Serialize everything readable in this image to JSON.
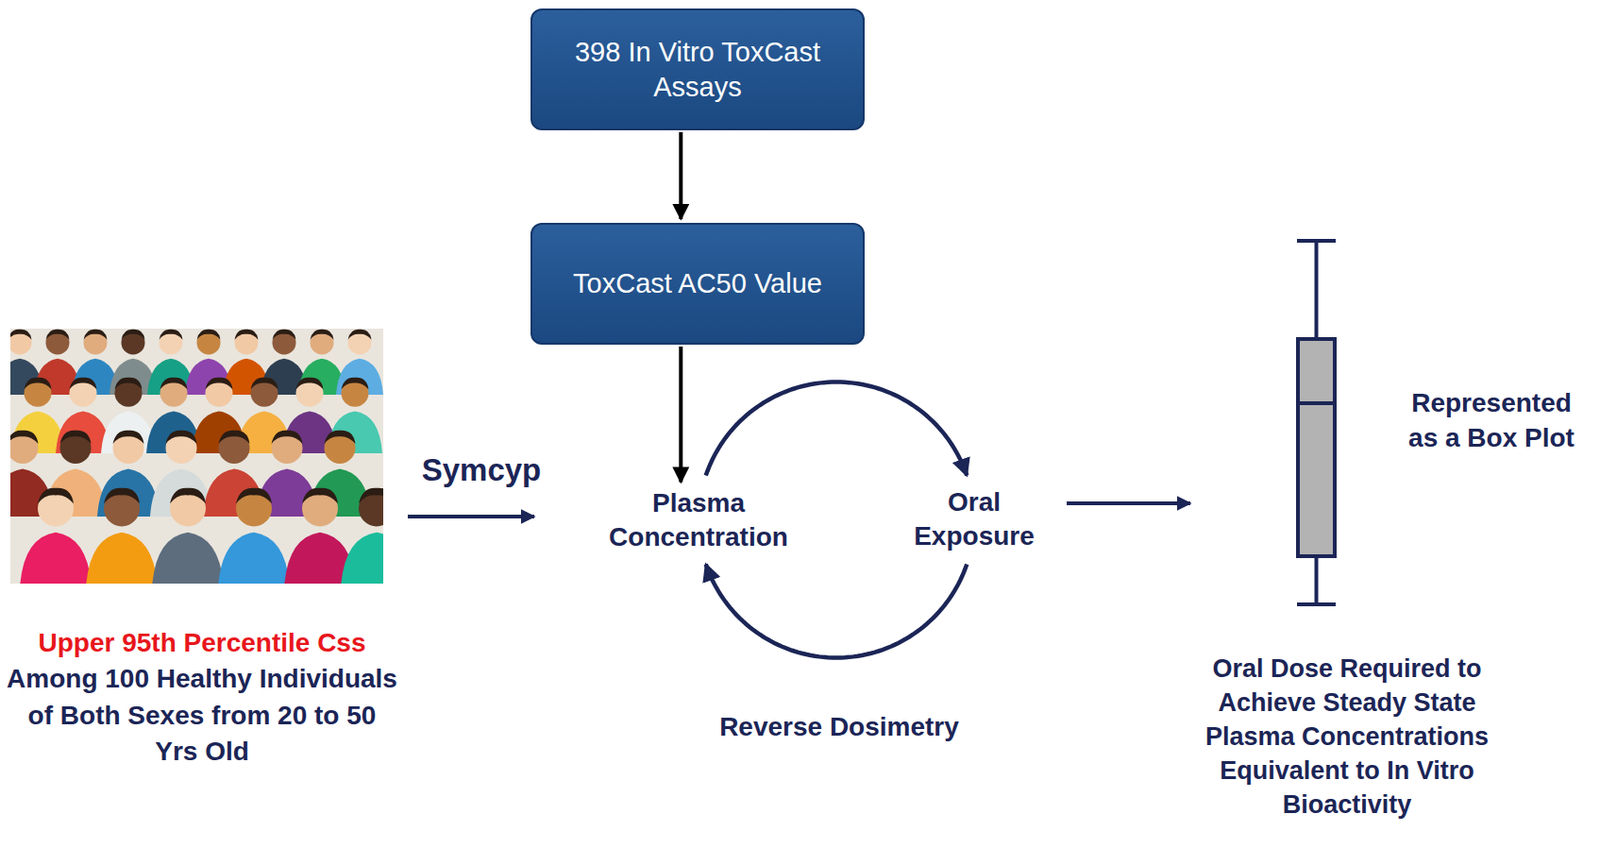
{
  "diagram": {
    "nodes": [
      {
        "text": [
          "398 In Vitro ToxCast Assays"
        ]
      },
      {
        "text": [
          "ToxCast AC50 Value"
        ]
      },
      {
        "text": [
          "Plasma Concentration"
        ]
      },
      {
        "text": [
          "Oral Exposure"
        ]
      }
    ],
    "edges": [
      {
        "from": 0,
        "to": 1,
        "arrow": "to"
      },
      {
        "from": 1,
        "to": 2,
        "arrow": "to"
      },
      {
        "from": 2,
        "to": 3,
        "arrow": "to"
      },
      {
        "from": 3,
        "to": 2,
        "arrow": "to"
      }
    ],
    "labels": [
      "Symcyp",
      "Upper 95th Percentile Css",
      "Among 100 Healthy Individuals of Both Sexes from 20 to 50 Yrs Old",
      "Reverse Dosimetry",
      "Represented as a Box Plot",
      "Oral Dose Required to Achieve Steady State Plasma Concentrations Equivalent to In Vitro Bioactivity"
    ]
  }
}
